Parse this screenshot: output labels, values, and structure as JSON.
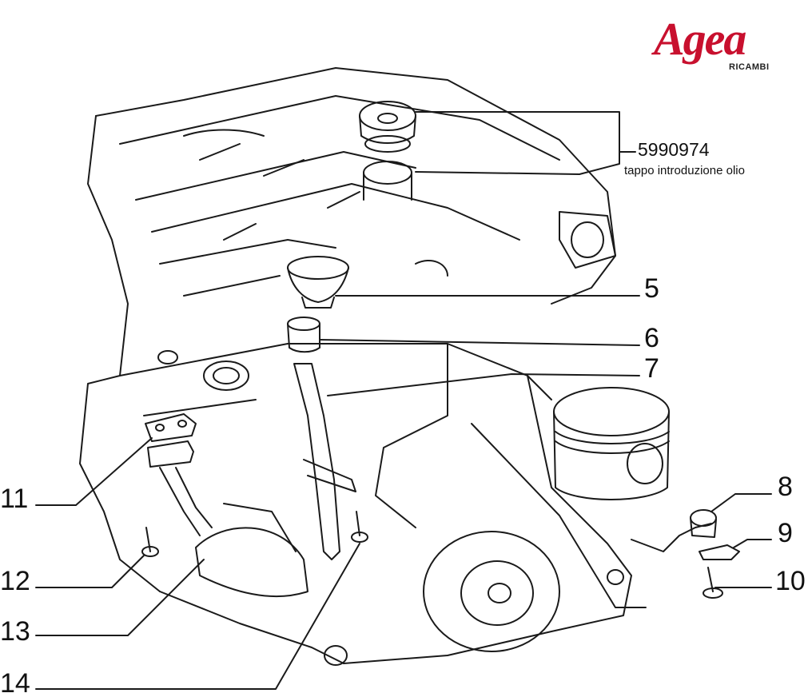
{
  "brand": {
    "name": "Agea",
    "sub": "RICAMBI",
    "color": "#c8102e"
  },
  "header_part": {
    "code": "5990974",
    "description": "tappo introduzione olio"
  },
  "callouts": [
    {
      "num": "5"
    },
    {
      "num": "6"
    },
    {
      "num": "7"
    },
    {
      "num": "8"
    },
    {
      "num": "9"
    },
    {
      "num": "10"
    },
    {
      "num": "11"
    },
    {
      "num": "12"
    },
    {
      "num": "13"
    },
    {
      "num": "14"
    }
  ]
}
